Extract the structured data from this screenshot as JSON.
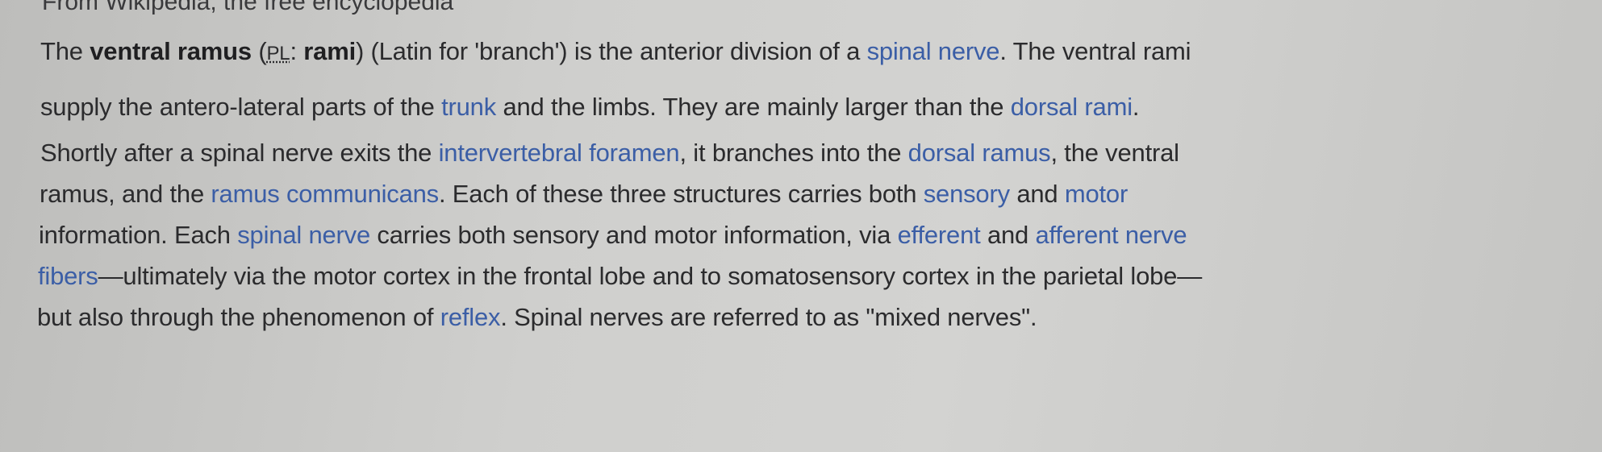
{
  "tagline": "From Wikipedia, the free encyclopedia",
  "colors": {
    "text": "#2b2b2d",
    "link": "#3b5ea6",
    "background": "#cfcfcd"
  },
  "paragraphs": [
    {
      "lines": [
        [
          {
            "t": "The ",
            "k": "text"
          },
          {
            "t": "ventral ramus",
            "k": "bold"
          },
          {
            "t": " (",
            "k": "text"
          },
          {
            "t": "PL",
            "k": "abbr"
          },
          {
            "t": ": ",
            "k": "text"
          },
          {
            "t": "rami",
            "k": "bold"
          },
          {
            "t": ") (Latin for 'branch') is the anterior division of a ",
            "k": "text"
          },
          {
            "t": "spinal nerve",
            "k": "link"
          },
          {
            "t": ". The ventral rami",
            "k": "text"
          }
        ],
        [
          {
            "t": "supply the antero-lateral parts of the ",
            "k": "text"
          },
          {
            "t": "trunk",
            "k": "link"
          },
          {
            "t": " and the limbs. They are mainly larger than the ",
            "k": "text"
          },
          {
            "t": "dorsal rami",
            "k": "link"
          },
          {
            "t": ".",
            "k": "text"
          }
        ]
      ]
    },
    {
      "lines": [
        [
          {
            "t": "Shortly after a spinal nerve exits the ",
            "k": "text"
          },
          {
            "t": "intervertebral foramen",
            "k": "link"
          },
          {
            "t": ", it branches into the ",
            "k": "text"
          },
          {
            "t": "dorsal ramus",
            "k": "link"
          },
          {
            "t": ", the ventral",
            "k": "text"
          }
        ],
        [
          {
            "t": "ramus, and the ",
            "k": "text"
          },
          {
            "t": "ramus communicans",
            "k": "link"
          },
          {
            "t": ". Each of these three structures carries both ",
            "k": "text"
          },
          {
            "t": "sensory",
            "k": "link"
          },
          {
            "t": " and ",
            "k": "text"
          },
          {
            "t": "motor",
            "k": "link"
          }
        ],
        [
          {
            "t": "information. Each ",
            "k": "text"
          },
          {
            "t": "spinal nerve",
            "k": "link"
          },
          {
            "t": " carries both sensory and motor information, via ",
            "k": "text"
          },
          {
            "t": "efferent",
            "k": "link"
          },
          {
            "t": " and ",
            "k": "text"
          },
          {
            "t": "afferent nerve",
            "k": "link"
          }
        ],
        [
          {
            "t": "fibers",
            "k": "link"
          },
          {
            "t": "—ultimately via the motor cortex in the frontal lobe and to somatosensory cortex in the parietal lobe—",
            "k": "text"
          }
        ],
        [
          {
            "t": "but also through the phenomenon of ",
            "k": "text"
          },
          {
            "t": "reflex",
            "k": "link"
          },
          {
            "t": ". Spinal nerves are referred to as \"mixed nerves\".",
            "k": "text"
          }
        ]
      ]
    }
  ]
}
